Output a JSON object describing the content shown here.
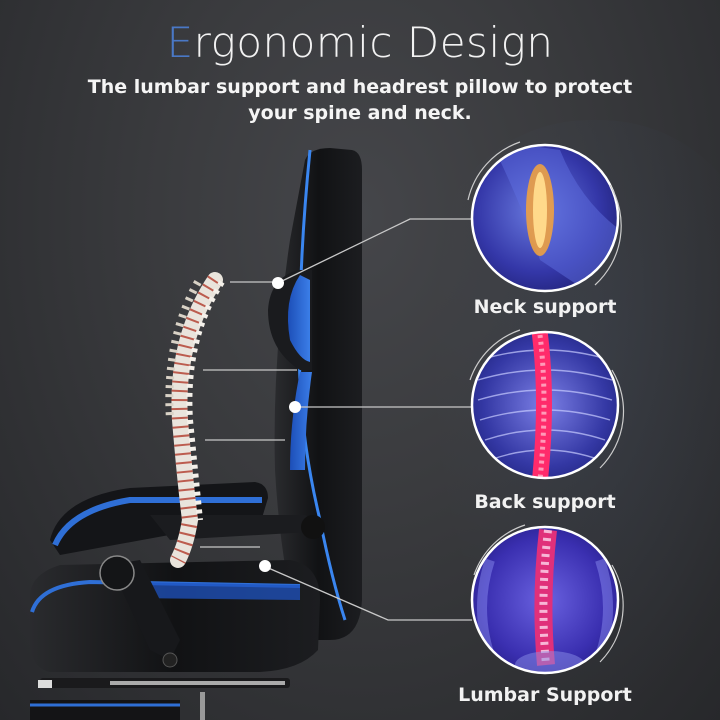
{
  "header": {
    "title_accent": "E",
    "title_rest": "rgonomic Design",
    "subtitle_line1": "The lumbar support and headrest pillow to protect",
    "subtitle_line2": "your spine and neck."
  },
  "features": [
    {
      "label": "Neck support",
      "icon": "neck-xray-image",
      "highlight_color": "#f7a53a"
    },
    {
      "label": "Back support",
      "icon": "back-xray-image",
      "highlight_color": "#ff2b6b"
    },
    {
      "label": "Lumbar Support",
      "icon": "lumbar-xray-image",
      "highlight_color": "#e0307a"
    }
  ],
  "colors": {
    "background": "#3a3b3e",
    "accent_blue": "#2f6fd6",
    "title_accent": "#4a78c6",
    "xray_blue": "#2a2d9a",
    "text": "#f2f2f2"
  }
}
